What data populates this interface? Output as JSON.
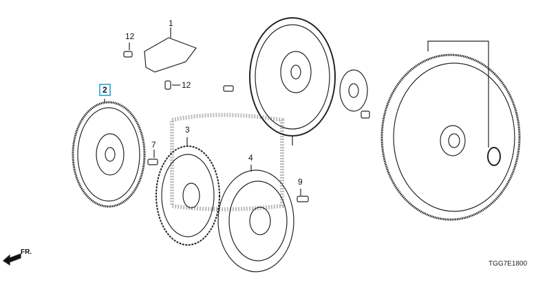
{
  "diagram": {
    "callouts": [
      {
        "id": "1",
        "label": "1"
      },
      {
        "id": "12a",
        "label": "12"
      },
      {
        "id": "12b",
        "label": "12"
      },
      {
        "id": "2",
        "label": "2",
        "highlighted": true
      },
      {
        "id": "3",
        "label": "3"
      },
      {
        "id": "7",
        "label": "7"
      },
      {
        "id": "4",
        "label": "4"
      },
      {
        "id": "9",
        "label": "9"
      }
    ],
    "direction_label": "FR.",
    "diagram_code": "TGG7E1800",
    "highlight_color": "#4ab8e0"
  }
}
